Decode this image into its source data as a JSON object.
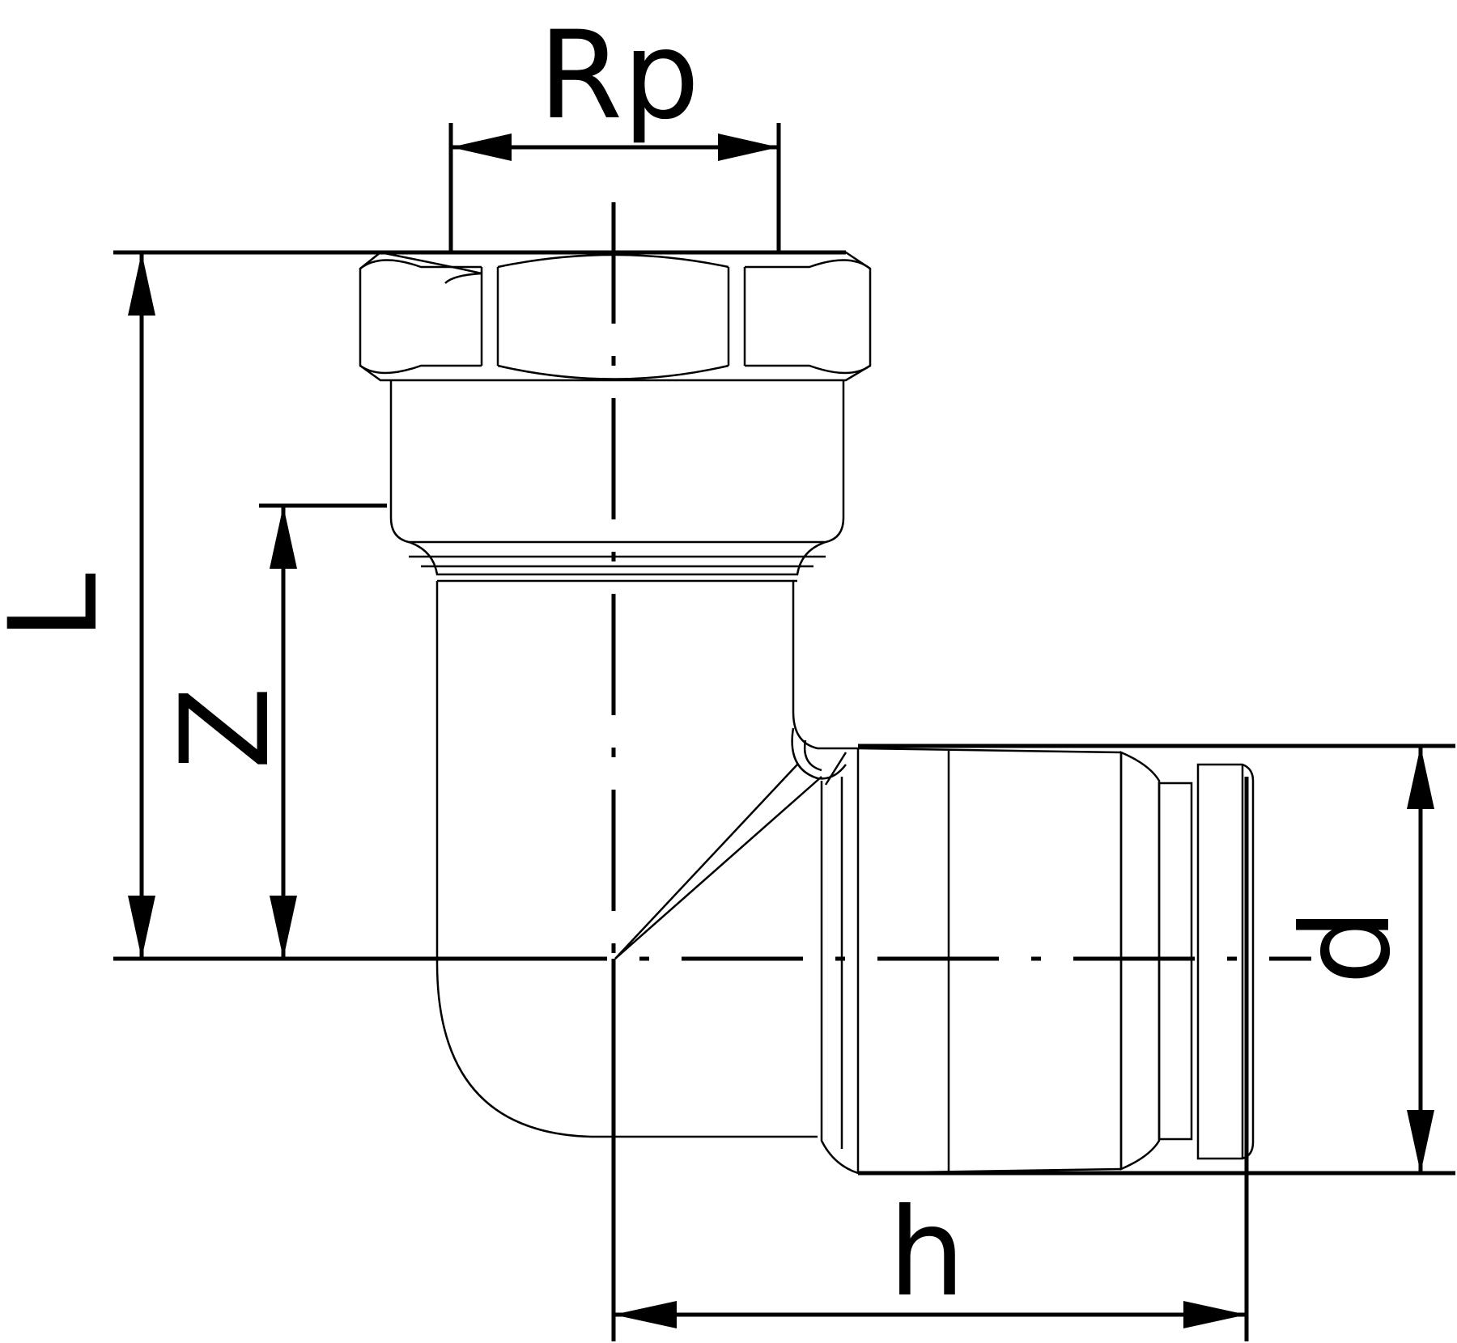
{
  "labels": {
    "thread": "Rp",
    "length": "L",
    "offset": "Z",
    "diameter": "d",
    "height": "h"
  }
}
